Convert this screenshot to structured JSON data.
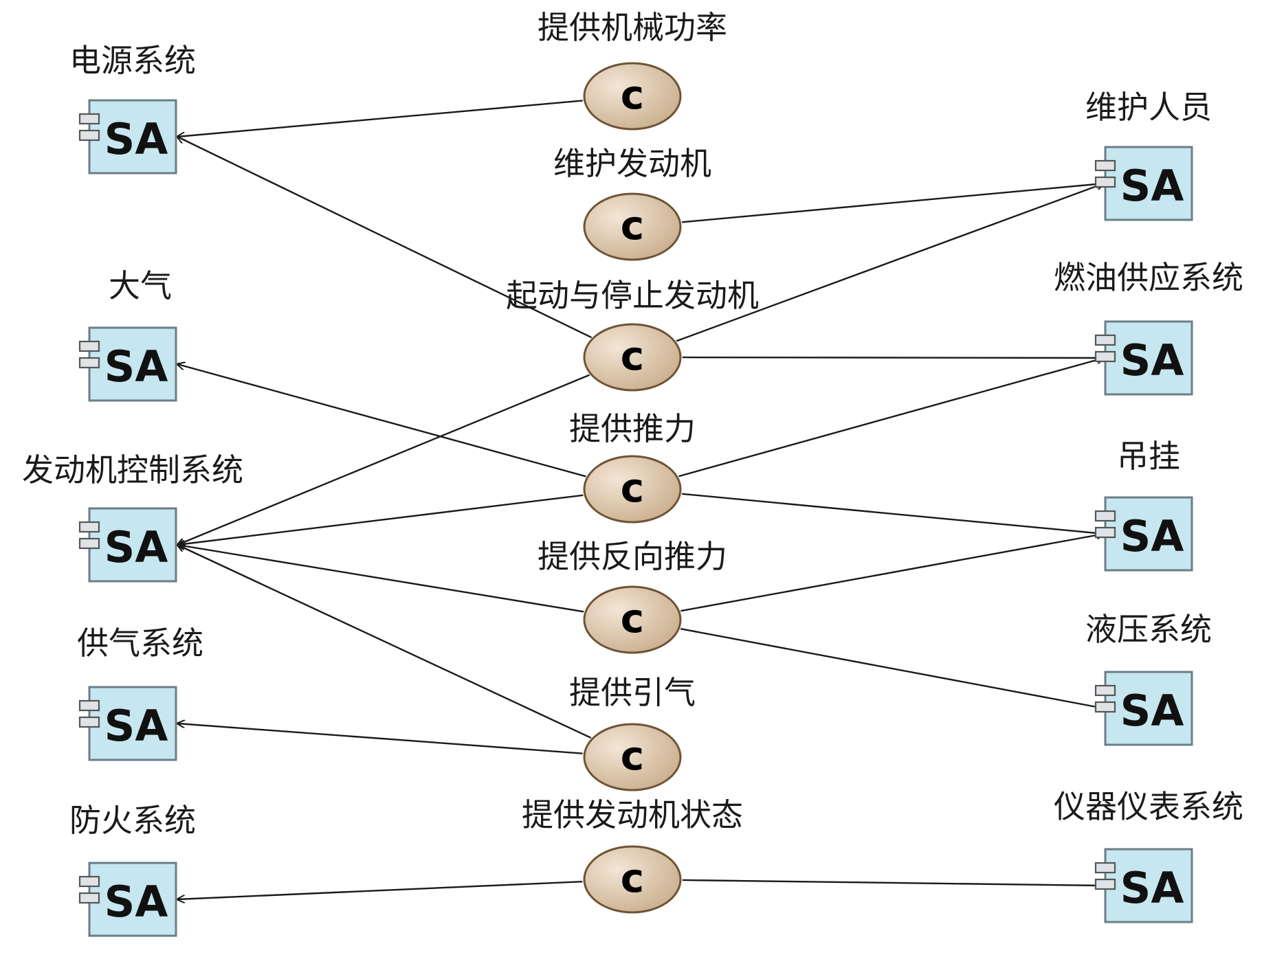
{
  "colors": {
    "component_fill": "#c6e6f0",
    "component_stroke": "#6b7d86",
    "capability_fill": "#c9ad8b",
    "capability_highlight": "#f2e6d6",
    "capability_stroke": "#6e5336",
    "edge": "#1a1a1a"
  },
  "icons": {
    "component": "uml-component-icon",
    "capability": "capability-icon"
  },
  "component_glyph": "SA",
  "capability_glyph": "c",
  "left_systems": [
    {
      "id": "power",
      "label": "电源系统"
    },
    {
      "id": "atmosphere",
      "label": "大气"
    },
    {
      "id": "engine_control",
      "label": "发动机控制系统"
    },
    {
      "id": "air_supply",
      "label": "供气系统"
    },
    {
      "id": "fire_protection",
      "label": "防火系统"
    }
  ],
  "right_systems": [
    {
      "id": "maintenance_staff",
      "label": "维护人员"
    },
    {
      "id": "fuel_supply",
      "label": "燃油供应系统"
    },
    {
      "id": "pylon",
      "label": "吊挂"
    },
    {
      "id": "hydraulic",
      "label": "液压系统"
    },
    {
      "id": "instrumentation",
      "label": "仪器仪表系统"
    }
  ],
  "capabilities": [
    {
      "id": "mech_power",
      "label": "提供机械功率"
    },
    {
      "id": "maintain_engine",
      "label": "维护发动机"
    },
    {
      "id": "start_stop",
      "label": "起动与停止发动机"
    },
    {
      "id": "thrust",
      "label": "提供推力"
    },
    {
      "id": "reverse_thrust",
      "label": "提供反向推力"
    },
    {
      "id": "bleed_air",
      "label": "提供引气"
    },
    {
      "id": "engine_status",
      "label": "提供发动机状态"
    }
  ],
  "edges": [
    {
      "from": "mech_power",
      "to": "power"
    },
    {
      "from": "maintain_engine",
      "to": "maintenance_staff"
    },
    {
      "from": "start_stop",
      "to": "power"
    },
    {
      "from": "start_stop",
      "to": "maintenance_staff"
    },
    {
      "from": "start_stop",
      "to": "fuel_supply"
    },
    {
      "from": "start_stop",
      "to": "engine_control"
    },
    {
      "from": "thrust",
      "to": "atmosphere"
    },
    {
      "from": "thrust",
      "to": "engine_control"
    },
    {
      "from": "thrust",
      "to": "fuel_supply"
    },
    {
      "from": "thrust",
      "to": "pylon"
    },
    {
      "from": "reverse_thrust",
      "to": "engine_control"
    },
    {
      "from": "reverse_thrust",
      "to": "pylon"
    },
    {
      "from": "reverse_thrust",
      "to": "hydraulic"
    },
    {
      "from": "bleed_air",
      "to": "air_supply"
    },
    {
      "from": "bleed_air",
      "to": "engine_control"
    },
    {
      "from": "engine_status",
      "to": "fire_protection"
    },
    {
      "from": "engine_status",
      "to": "instrumentation"
    }
  ]
}
